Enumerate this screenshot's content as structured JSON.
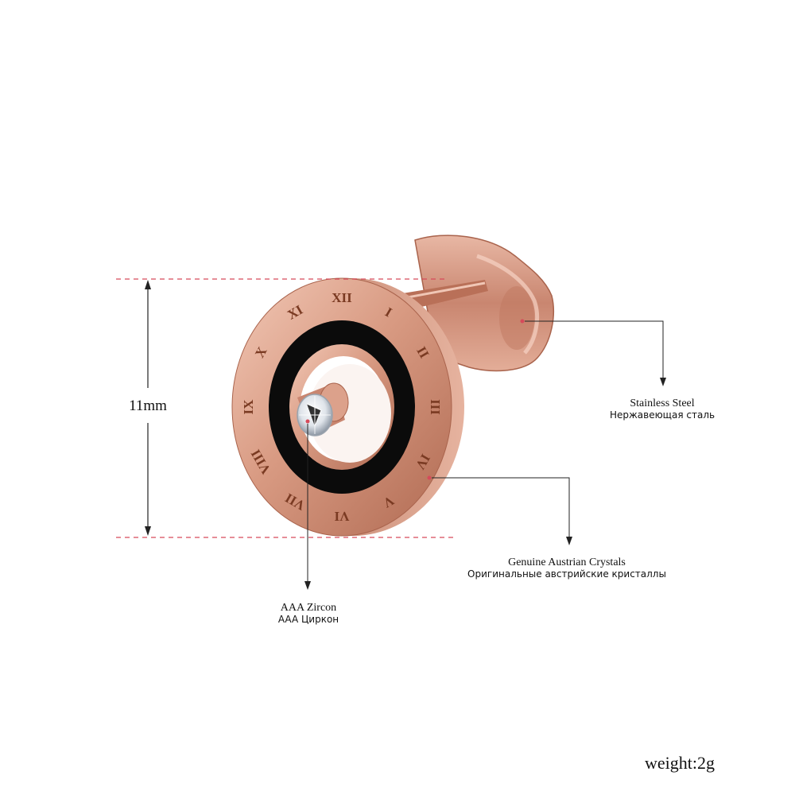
{
  "product": {
    "dimension": "11mm",
    "weight": "weight:2g",
    "dial_numerals": [
      "I",
      "II",
      "III",
      "IV",
      "V",
      "VI",
      "VII",
      "VIII",
      "IX",
      "X",
      "XI",
      "XII"
    ]
  },
  "callouts": {
    "steel": {
      "en": "Stainless Steel",
      "ru": "Нержавеющая сталь"
    },
    "crystals": {
      "en": "Genuine Austrian Crystals",
      "ru": "Оригинальные австрийские кристаллы"
    },
    "zircon": {
      "en": "AAA Zircon",
      "ru": "AAA Циркон"
    }
  },
  "colors": {
    "rose_gold": "#d9a08a",
    "rose_gold_dark": "#a8634a",
    "enamel": "#0b0b0b",
    "guide_line": "#d64a5a"
  }
}
